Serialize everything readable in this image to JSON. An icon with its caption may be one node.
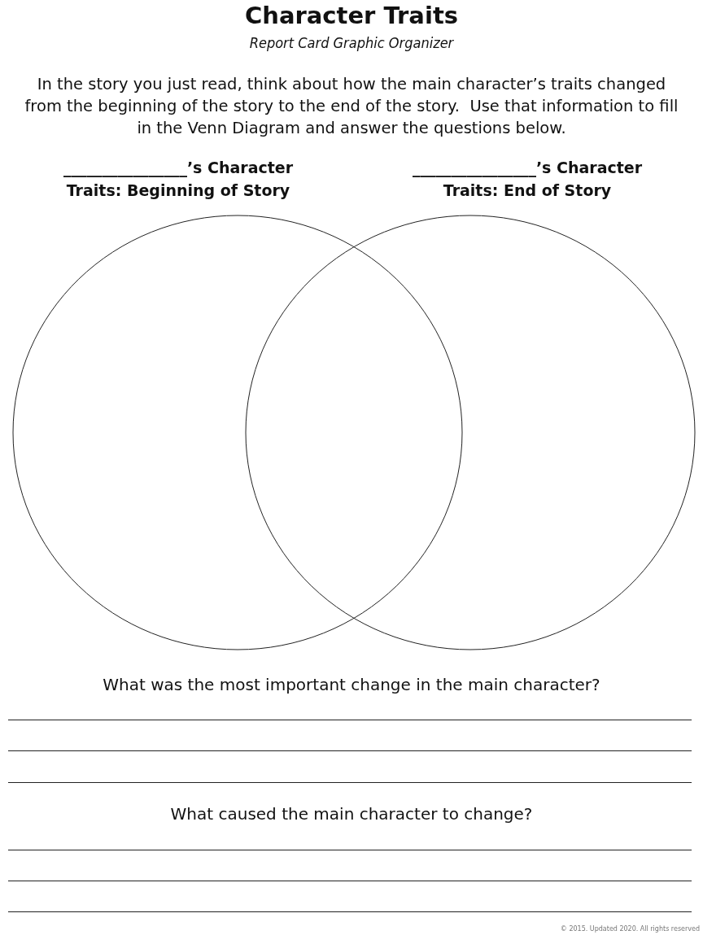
{
  "diagram": {
    "title": "Character Traits",
    "nodes": [
      {
        "text": [
          "________________’s Character Traits: Beginning of Story"
        ]
      },
      {
        "text": [
          "________________’s Character Traits: End of Story"
        ]
      }
    ],
    "edges": [],
    "labels": [
      "Report Card Graphic Organizer",
      "In the story you just read, think about how the main character’s traits changed from the beginning of the story to the end of the story.  Use that information to fill in the Venn Diagram and answer the questions below.",
      "What was the most important change in the main character?",
      "What caused the main character to change?",
      "© 2015. Updated 2020. All rights reserved"
    ]
  }
}
